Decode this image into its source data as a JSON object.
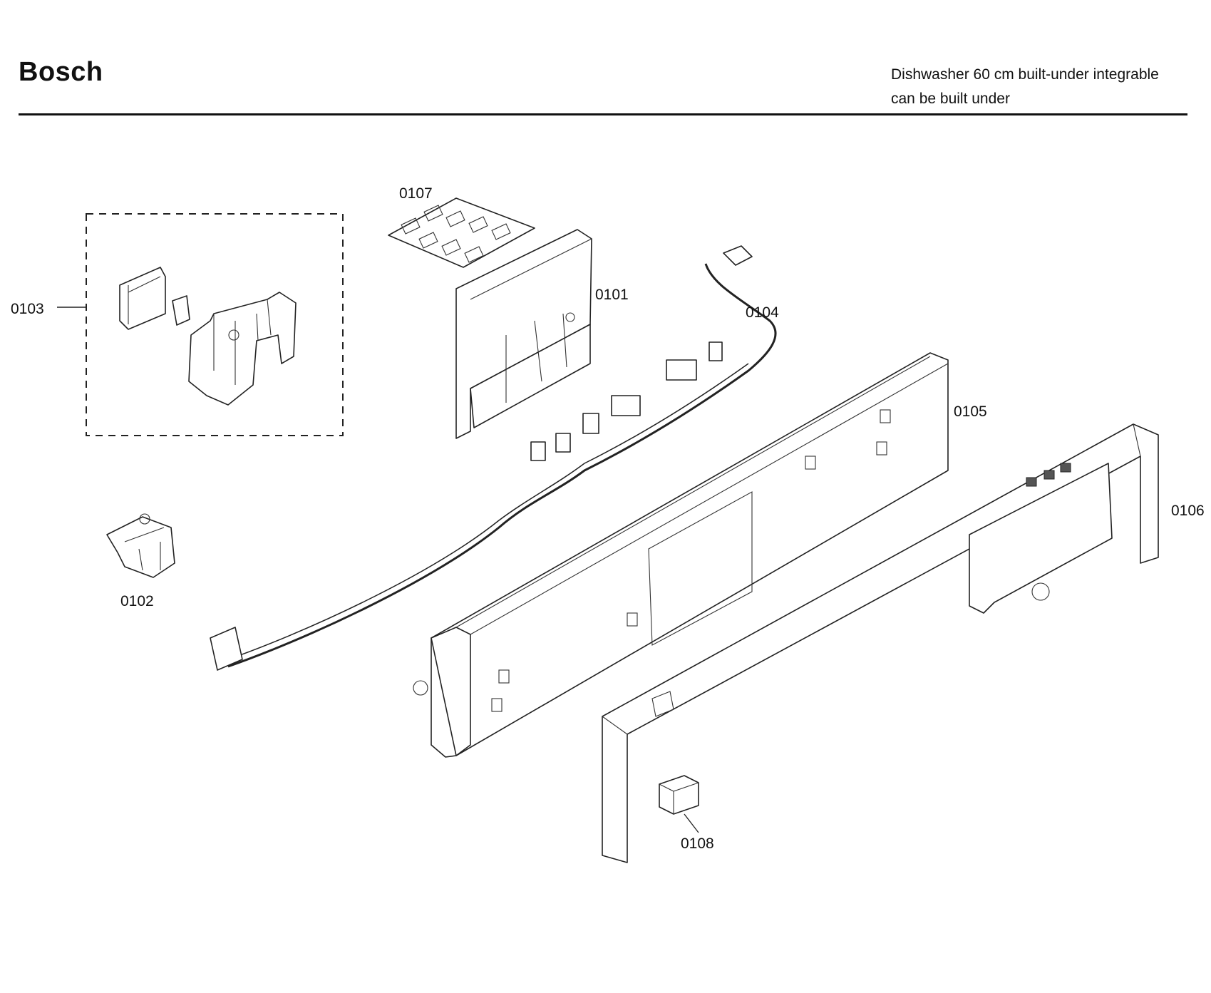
{
  "header": {
    "brand": "Bosch",
    "description_line1": "Dishwasher 60 cm built-under integrable",
    "description_line2": "can be built under"
  },
  "parts": [
    {
      "number": "0101"
    },
    {
      "number": "0102"
    },
    {
      "number": "0103"
    },
    {
      "number": "0104"
    },
    {
      "number": "0105"
    },
    {
      "number": "0106"
    },
    {
      "number": "0107"
    },
    {
      "number": "0108"
    }
  ]
}
